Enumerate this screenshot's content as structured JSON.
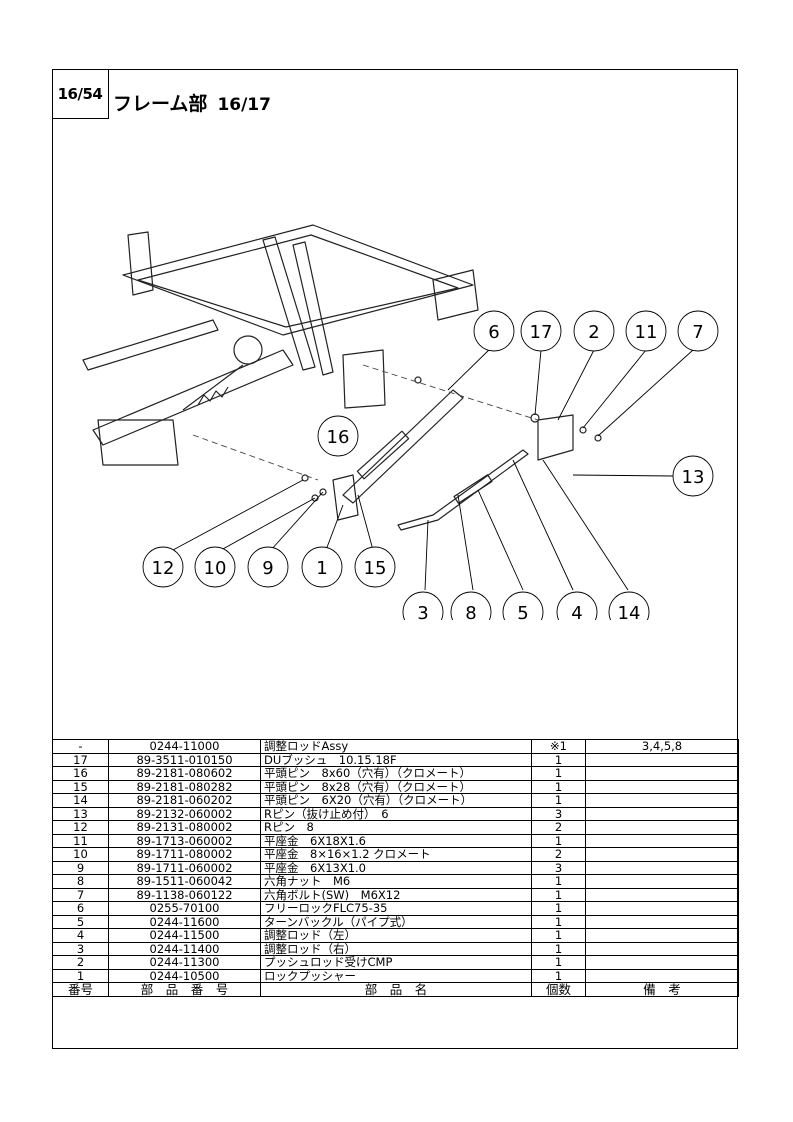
{
  "header": {
    "page_box": "16/54",
    "title": "フレーム部",
    "subtitle": "16/17"
  },
  "callouts": [
    "6",
    "17",
    "2",
    "11",
    "7",
    "16",
    "13",
    "12",
    "10",
    "9",
    "1",
    "15",
    "3",
    "8",
    "5",
    "4",
    "14"
  ],
  "parts_table": {
    "rows": [
      {
        "no": "-",
        "code": "0244-11000",
        "name": "調整ロッドAssy",
        "qty": "※1",
        "note": "3,4,5,8"
      },
      {
        "no": "17",
        "code": "89-3511-010150",
        "name": "DUブッシュ　10.15.18F",
        "qty": "1",
        "note": ""
      },
      {
        "no": "16",
        "code": "89-2181-080602",
        "name": "平頭ピン　8x60（穴有）（クロメート）",
        "qty": "1",
        "note": ""
      },
      {
        "no": "15",
        "code": "89-2181-080282",
        "name": "平頭ピン　8x28（穴有）（クロメート）",
        "qty": "1",
        "note": ""
      },
      {
        "no": "14",
        "code": "89-2181-060202",
        "name": "平頭ピン　6X20（穴有）（クロメート）",
        "qty": "1",
        "note": ""
      },
      {
        "no": "13",
        "code": "89-2132-060002",
        "name": "Rピン（抜け止め付）　6",
        "qty": "3",
        "note": ""
      },
      {
        "no": "12",
        "code": "89-2131-080002",
        "name": "Rピン　8",
        "qty": "2",
        "note": ""
      },
      {
        "no": "11",
        "code": "89-1713-060002",
        "name": "平座金　6X18X1.6",
        "qty": "1",
        "note": ""
      },
      {
        "no": "10",
        "code": "89-1711-080002",
        "name": "平座金　8×16×1.2 クロメート",
        "qty": "2",
        "note": ""
      },
      {
        "no": "9",
        "code": "89-1711-060002",
        "name": "平座金　6X13X1.0",
        "qty": "3",
        "note": ""
      },
      {
        "no": "8",
        "code": "89-1511-060042",
        "name": "六角ナット　M6",
        "qty": "1",
        "note": ""
      },
      {
        "no": "7",
        "code": "89-1138-060122",
        "name": "六角ボルト(SW)　M6X12",
        "qty": "1",
        "note": ""
      },
      {
        "no": "6",
        "code": "0255-70100",
        "name": "フリーロックFLC75-35",
        "qty": "1",
        "note": ""
      },
      {
        "no": "5",
        "code": "0244-11600",
        "name": "ターンバックル（パイプ式）",
        "qty": "1",
        "note": ""
      },
      {
        "no": "4",
        "code": "0244-11500",
        "name": "調整ロッド（左）",
        "qty": "1",
        "note": ""
      },
      {
        "no": "3",
        "code": "0244-11400",
        "name": "調整ロッド（右）",
        "qty": "1",
        "note": ""
      },
      {
        "no": "2",
        "code": "0244-11300",
        "name": "プッシュロッド受けCMP",
        "qty": "1",
        "note": ""
      },
      {
        "no": "1",
        "code": "0244-10500",
        "name": "ロックプッシャー",
        "qty": "1",
        "note": ""
      }
    ],
    "headers": {
      "no": "番号",
      "code": "部　品　番　号",
      "name": "部　品　名",
      "qty": "個数",
      "note": "備　考"
    }
  }
}
